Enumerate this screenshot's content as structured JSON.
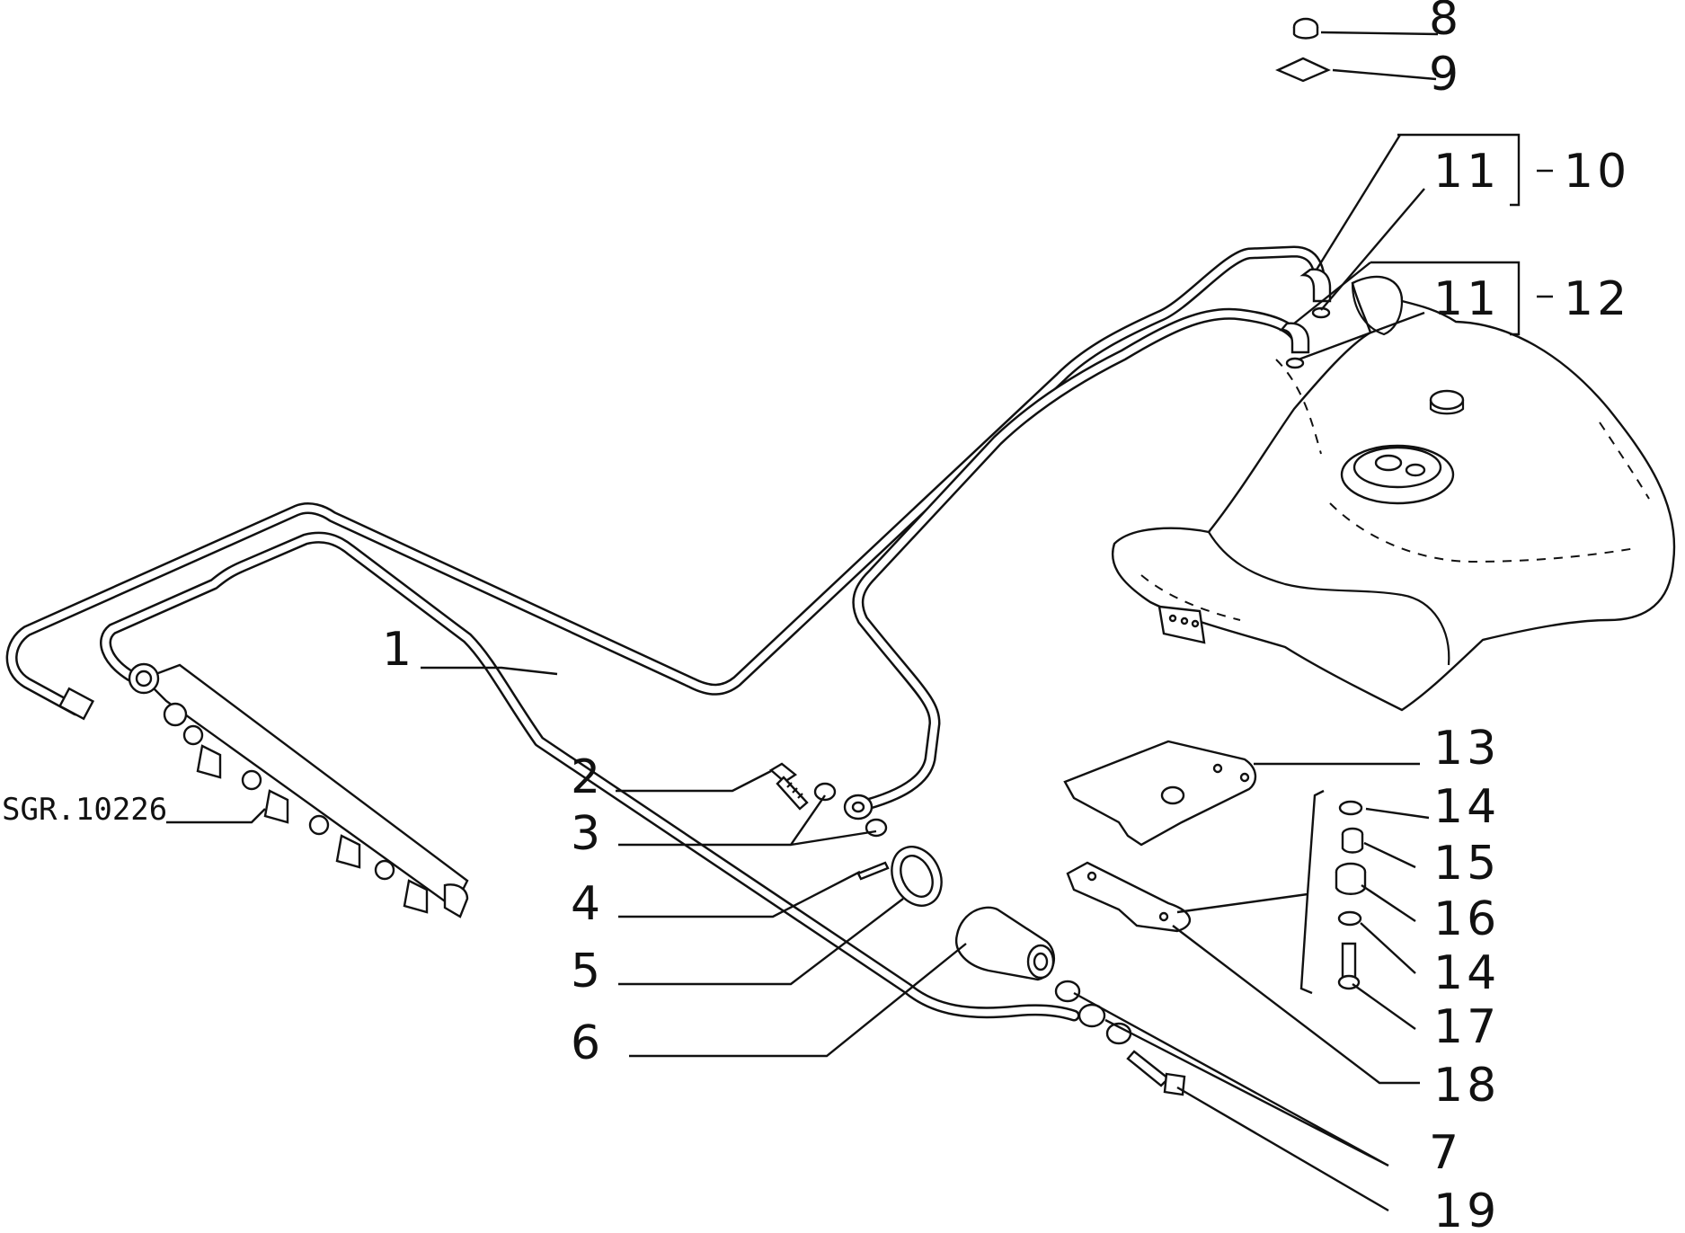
{
  "diagram": {
    "reference_code": "SGR.10226",
    "callouts": {
      "p1": "1",
      "p2": "2",
      "p3": "3",
      "p4": "4",
      "p5": "5",
      "p6": "6",
      "p7": "7",
      "p8": "8",
      "p9": "9",
      "p10": "10",
      "p11a": "11",
      "p11b": "11",
      "p12": "12",
      "p13": "13",
      "p14a": "14",
      "p14b": "14",
      "p15": "15",
      "p16": "16",
      "p17": "17",
      "p18": "18",
      "p19": "19"
    }
  }
}
